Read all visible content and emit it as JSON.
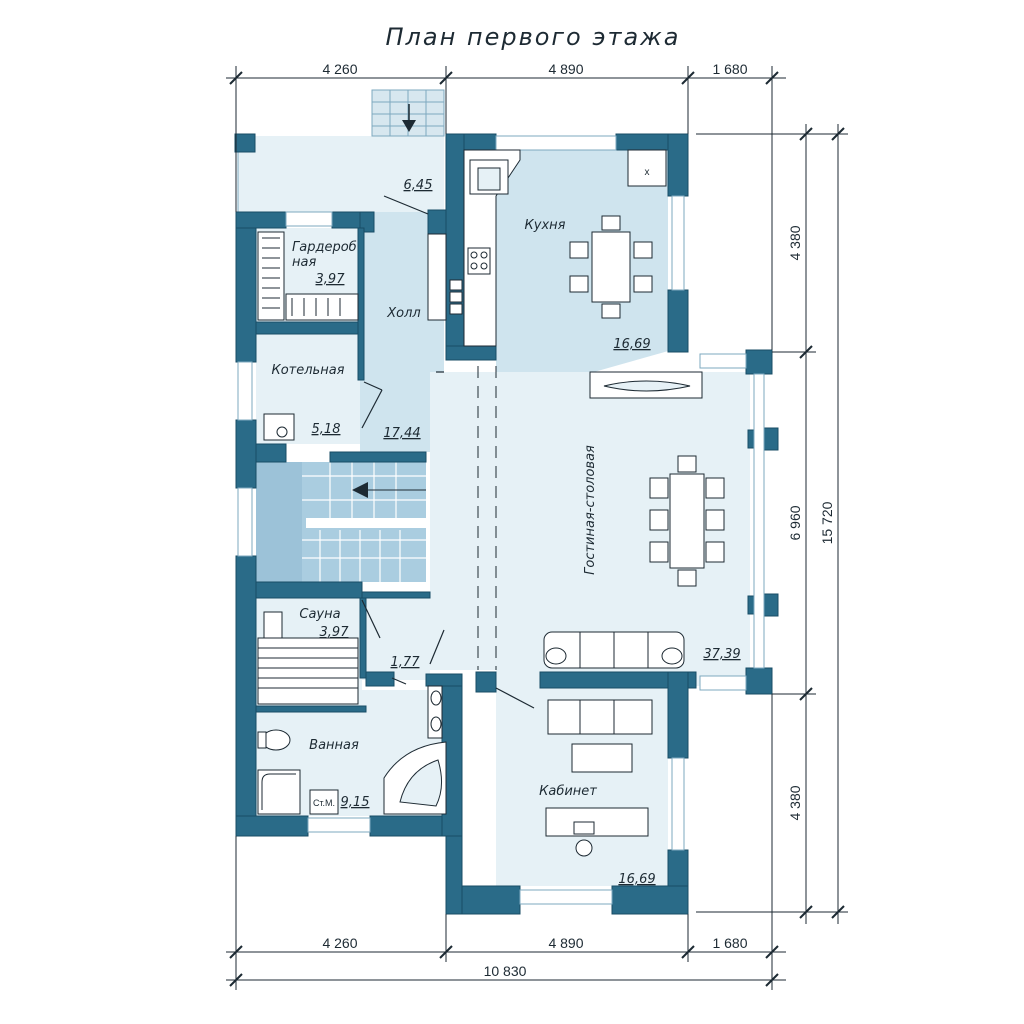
{
  "title": "План первого этажа",
  "dimensions": {
    "top": [
      "4 260",
      "4 890",
      "1 680"
    ],
    "bottom": [
      "4 260",
      "4 890",
      "1 680"
    ],
    "total_width": "10 830",
    "right": [
      "4 380",
      "6 960",
      "4 380"
    ],
    "total_height": "15 720"
  },
  "rooms": {
    "vestibule": {
      "area": "6,45"
    },
    "wardrobe": {
      "name_line1": "Гардероб",
      "name_line2": "ная",
      "area": "3,97"
    },
    "hall": {
      "name": "Холл",
      "area": "17,44"
    },
    "boiler": {
      "name": "Котельная",
      "area": "5,18"
    },
    "kitchen": {
      "name": "Кухня",
      "area": "16,69"
    },
    "living": {
      "name": "Гостиная-столовая",
      "area": "37,39"
    },
    "sauna": {
      "name": "Сауна",
      "area": "3,97"
    },
    "corridor": {
      "area": "1,77"
    },
    "bathroom": {
      "name": "Ванная",
      "area": "9,15",
      "washer_label": "Ст.М."
    },
    "office": {
      "name": "Кабинет",
      "area": "16,69"
    }
  },
  "kitchen_corner_mark": "x",
  "colors": {
    "wall": "#2a6b88",
    "wall_stroke": "#184d66",
    "floor_light": "#e6f1f6",
    "floor_mid": "#cfe4ee",
    "stair": "#aacde0",
    "line": "#1d2a33"
  }
}
